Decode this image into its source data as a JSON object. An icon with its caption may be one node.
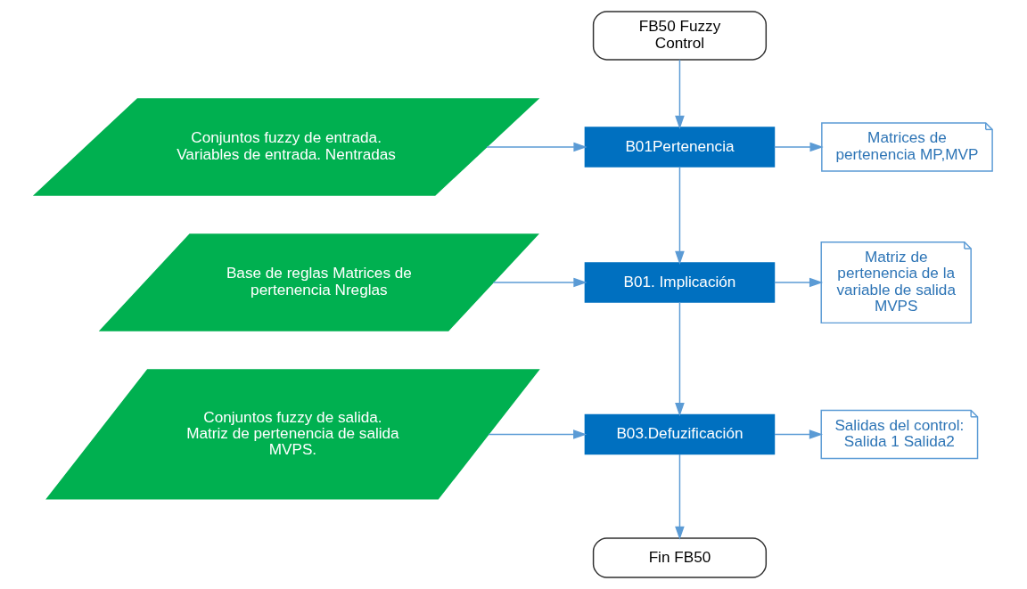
{
  "diagram": {
    "nodes": [
      {
        "text": [
          "FB50 FuzzyControl"
        ]
      },
      {
        "text": [
          "Conjuntos fuzzy de entrada. Variables de entrada. Nentradas"
        ]
      },
      {
        "text": [
          "B01Pertenencia"
        ]
      },
      {
        "text": [
          "Matrices de pertenencia MP,MVP"
        ]
      },
      {
        "text": [
          "Base de reglas Matrices de pertenencia Nreglas"
        ]
      },
      {
        "text": [
          "B01. Implicación"
        ]
      },
      {
        "text": [
          "Matriz de pertenencia de la variable de salida MVPS"
        ]
      },
      {
        "text": [
          "Conjuntos fuzzy de salida. Matriz de pertenencia de salida MVPS."
        ]
      },
      {
        "text": [
          "B03.Defuzificación"
        ]
      },
      {
        "text": [
          "Salidas del control: Salida 1 Salida2"
        ]
      },
      {
        "text": [
          "Fin FB50"
        ]
      }
    ],
    "edges": [
      {
        "from": 0,
        "to": 2,
        "arrow": "to"
      },
      {
        "from": 1,
        "to": 2,
        "arrow": "to"
      },
      {
        "from": 2,
        "to": 3,
        "arrow": "to"
      },
      {
        "from": 2,
        "to": 5,
        "arrow": "to"
      },
      {
        "from": 4,
        "to": 5,
        "arrow": "to"
      },
      {
        "from": 5,
        "to": 6,
        "arrow": "to"
      },
      {
        "from": 5,
        "to": 8,
        "arrow": "to"
      },
      {
        "from": 7,
        "to": 8,
        "arrow": "to"
      },
      {
        "from": 8,
        "to": 9,
        "arrow": "to"
      },
      {
        "from": 8,
        "to": 10,
        "arrow": "to"
      }
    ]
  }
}
